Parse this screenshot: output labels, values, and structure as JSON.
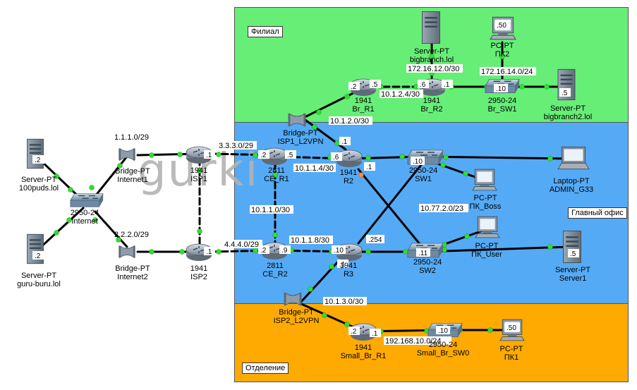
{
  "zones": {
    "branch": {
      "title": "Филиал",
      "color": "#66ee77"
    },
    "main": {
      "title": "Главный офис",
      "color": "#55aaf5"
    },
    "dept": {
      "title": "Отделение",
      "color": "#ffaa00"
    }
  },
  "watermark": "gurki",
  "devices": {
    "srv100puds": {
      "model": "Server-PT",
      "name": "100puds.lol",
      "addr": ".2"
    },
    "srvguru": {
      "model": "Server-PT",
      "name": "guru-buru.lol",
      "addr": ".2"
    },
    "sw_internet": {
      "model": "2950-24",
      "name": "Internet"
    },
    "br_internet1": {
      "model": "Bridge-PT",
      "name": "Internet1"
    },
    "br_internet2": {
      "model": "Bridge-PT",
      "name": "Internet2"
    },
    "isp1": {
      "model": "1941",
      "name": "ISP1",
      "addr": ".1"
    },
    "isp2": {
      "model": "1941",
      "name": "ISP2",
      "addr": ".1"
    },
    "ce_r1": {
      "model": "2811",
      "name": "CE_R1"
    },
    "ce_r2": {
      "model": "2811",
      "name": "CE_R2"
    },
    "r2": {
      "model": "1941",
      "name": "R2"
    },
    "r3": {
      "model": "1941",
      "name": "R3"
    },
    "br_isp1": {
      "model": "Bridge-PT",
      "name": "ISP1_L2VPN"
    },
    "br_isp2": {
      "model": "Bridge-PT",
      "name": "ISP2_L2VPN"
    },
    "br_r1": {
      "model": "1941",
      "name": "Br_R1"
    },
    "br_r2": {
      "model": "1941",
      "name": "Br_R2"
    },
    "br_sw1": {
      "model": "2950-24",
      "name": "Br_SW1"
    },
    "srvbig": {
      "model": "Server-PT",
      "name": "bigbranch.lol"
    },
    "srvbig2": {
      "model": "Server-PT",
      "name": "bigbranch2.lol",
      "addr": ".5"
    },
    "pk2": {
      "model": "PC-PT",
      "name": "ПК2",
      "addr": ".50"
    },
    "sw1": {
      "model": "2950-24",
      "name": "SW1"
    },
    "sw2": {
      "model": "2950-24",
      "name": "SW2"
    },
    "laptop": {
      "model": "Laptop-PT",
      "name": "ADMIN_G33"
    },
    "pkboss": {
      "model": "PC-PT",
      "name": "ПК_Boss"
    },
    "pkuser": {
      "model": "PC-PT",
      "name": "ПК_User"
    },
    "server1": {
      "model": "Server-PT",
      "name": "Server1",
      "addr": ".5"
    },
    "small_r1": {
      "model": "1941",
      "name": "Small_Br_R1"
    },
    "small_sw0": {
      "model": "2950-24",
      "name": "Small_Br_SW0"
    },
    "pk1": {
      "model": "PC-PT",
      "name": "ПК1",
      "addr": ".50"
    }
  },
  "networks": {
    "n1": "1.1.1.0/29",
    "n2": "2.2.2.0/29",
    "n3": "3.3.3.0/29",
    "n4": "4.4.4.0/29",
    "n5": "10.1.1.4/30",
    "n6": "10.1.1.0/30",
    "n7": "10.1.1.8/30",
    "n8": "10.1.2.0/30",
    "n9": "10.1.2.4/30",
    "n10": "172.16.12.0/30",
    "n11": "172.16.14.0/24",
    "n12": "10.77.2.0/23",
    "n13": "10.1.3.0/30",
    "n14": "192.168.10.0/24"
  },
  "ports": {
    "ce_r1_left": ".2",
    "ce_r1_right": ".5",
    "r2_left": ".6",
    "r2_top": ".1",
    "r2_bottom": ".1",
    "ce_r2_left": ".2",
    "ce_r2_right": ".9",
    "r3_left": ".10",
    "r3_bottom": ".1",
    "r3_right": ".254",
    "br_r1_r": ".5",
    "br_r1_l": ".2",
    "br_r2_l": ".6",
    "br_r2_r": ".1",
    "br_sw1": ".10",
    "sw1": ".10",
    "sw2": ".11",
    "small_r1_l": ".2",
    "small_r1_r": ".1",
    "small_sw0": ".10"
  }
}
